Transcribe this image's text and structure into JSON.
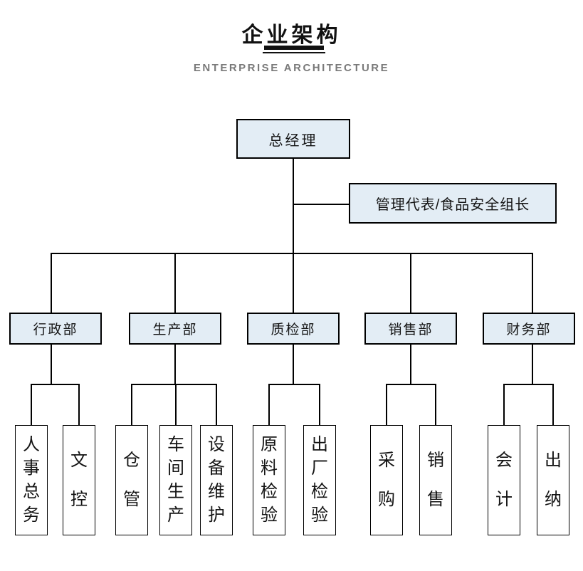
{
  "header": {
    "title": "企业架构",
    "subtitle": "ENTERPRISE ARCHITECTURE"
  },
  "org": {
    "root": {
      "label": "总经理"
    },
    "staff": {
      "label": "管理代表/食品安全组长"
    },
    "departments": [
      {
        "label": "行政部",
        "children": [
          "人事总务",
          "文控"
        ]
      },
      {
        "label": "生产部",
        "children": [
          "仓管",
          "车间生产",
          "设备维护"
        ]
      },
      {
        "label": "质检部",
        "children": [
          "原料检验",
          "出厂检验"
        ]
      },
      {
        "label": "销售部",
        "children": [
          "采购",
          "销售"
        ]
      },
      {
        "label": "财务部",
        "children": [
          "会计",
          "出纳"
        ]
      }
    ]
  },
  "colors": {
    "box_fill": "#e3edf5",
    "child_box_fill": "#ffffff",
    "box_border": "#000000",
    "connector": "#000000",
    "title_text": "#111111",
    "subtitle_text": "#7a7a7a"
  }
}
